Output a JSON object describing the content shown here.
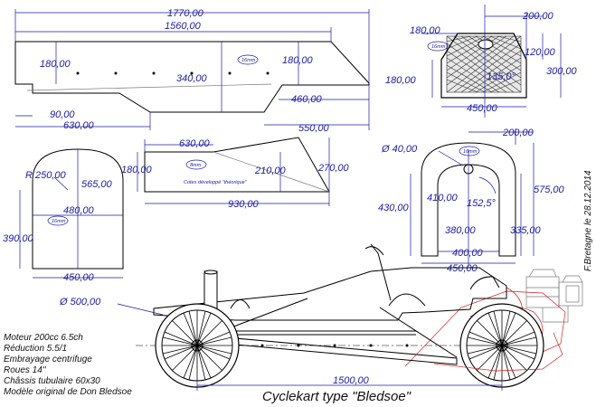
{
  "dimensions": {
    "d1770": "1770,00",
    "d1560": "1560,00",
    "d180a": "180,00",
    "d340": "340,00",
    "d180b": "180,00",
    "d90": "90,00",
    "d630a": "630,00",
    "d460": "460,00",
    "d550": "550,00",
    "d200a": "200,00",
    "d180c": "180,00",
    "d120": "120,00",
    "d300": "300,00",
    "d180d": "180,00",
    "d135": "135,0°",
    "d450a": "450,00",
    "d630b": "630,00",
    "d180e": "180,00",
    "d210": "210,00",
    "d270": "270,00",
    "d930": "930,00",
    "dR250": "R 250,00",
    "d565": "565,00",
    "d480": "480,00",
    "d390": "390,00",
    "d450b": "450,00",
    "dO40": "Ø 40,00",
    "d200b": "200,00",
    "d430": "430,00",
    "d410": "410,00",
    "d1525": "152,5°",
    "d575": "575,00",
    "d380": "380,00",
    "d335": "335,00",
    "d400": "400,00",
    "d450c": "450,00",
    "dO500": "Ø 500,00",
    "d1500": "1500,00"
  },
  "thickness": {
    "t1": "16mm",
    "t2": "16mm",
    "t3": "8mm",
    "t4": "16mm",
    "t5": "16mm"
  },
  "cotes_note": "Cotes développé \"théorique\"",
  "specs": [
    "Moteur 200cc 6.5ch",
    "Réduction 5.5/1",
    "Embrayage centrifuge",
    "Roues 14''",
    "Châssis tubulaire 60x30",
    "Modèle original de Don Bledsoe"
  ],
  "title": "Cyclekart type \"Bledsoe\"",
  "author": "F.Bretagne le 28.12.2014"
}
